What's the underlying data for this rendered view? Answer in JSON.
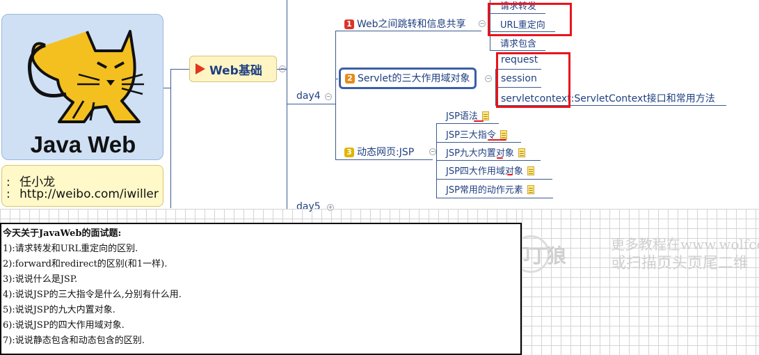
{
  "central": {
    "title": "Java Web",
    "author": "任小龙",
    "weibo": "http://weibo.com/iwiller",
    "author_prefix": ":",
    "weibo_prefix": ":"
  },
  "main_topic": {
    "label": "Web基础"
  },
  "day4": {
    "label": "day4",
    "branches": [
      {
        "num": "1",
        "num_color": "#d9352a",
        "label": "Web之间跳转和信息共享",
        "children": [
          "请求转发",
          "URL重定向",
          "请求包含"
        ]
      },
      {
        "num": "2",
        "num_color": "#e88a1a",
        "label": "Servlet的三大作用域对象",
        "children": [
          "request",
          "session",
          "servletcontext:ServletContext接口和常用方法"
        ]
      },
      {
        "num": "3",
        "num_color": "#e0b400",
        "label": "动态网页:JSP",
        "children": [
          "JSP语法",
          "JSP三大指令",
          "JSP九大内置对象",
          "JSP四大作用域对象",
          "JSP常用的动作元素"
        ]
      }
    ]
  },
  "day5": {
    "label": "day5"
  },
  "questions": {
    "title": "今天关于JavaWeb的面试题:",
    "items": [
      "1):请求转发和URL重定向的区别.",
      "2):forward和redirect的区别(和1一样).",
      "3):说说什么是JSP.",
      "4):说说JSP的三大指令是什么,分别有什么用.",
      "5):说说JSP的九大内置对象.",
      "6):说说JSP的四大作用域对象.",
      "7):说说静态包含和动态包含的区别."
    ]
  },
  "watermark": {
    "logo": "叩丁狼",
    "line1": "更多教程在www.wolfco",
    "line2": "或扫描页头页尾二维"
  },
  "colors": {
    "highlight": "#e8141c",
    "node_text": "#1f3f80",
    "central_bg": "#cfe0f5"
  }
}
